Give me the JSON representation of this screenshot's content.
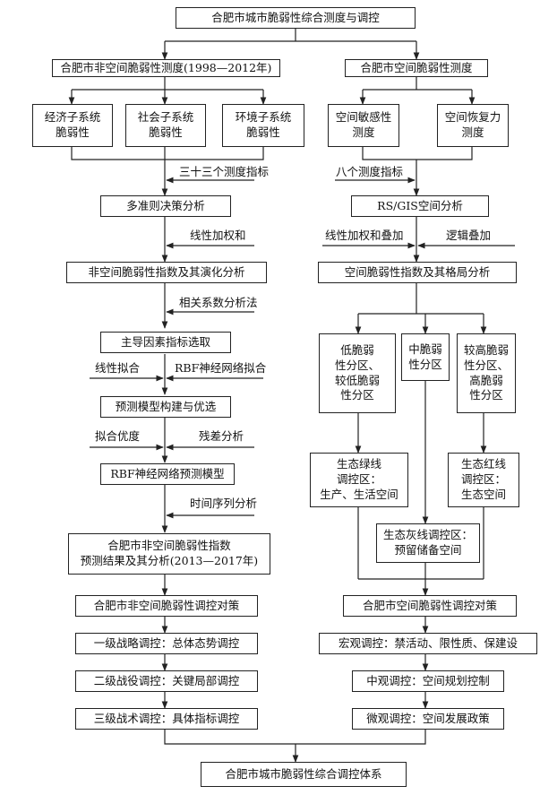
{
  "boxes": {
    "title": "合肥市城市脆弱性综合测度与调控",
    "nonspatial": "合肥市非空间脆弱性测度(1998—2012年)",
    "spatial": "合肥市空间脆弱性测度",
    "econ": "经济子系统\n脆弱性",
    "social": "社会子系统\n脆弱性",
    "env": "环境子系统\n脆弱性",
    "sens": "空间敏感性\n测度",
    "recov": "空间恢复力\n测度",
    "mcda": "多准则决策分析",
    "rsgis": "RS/GIS空间分析",
    "nsindex": "非空间脆弱性指数及其演化分析",
    "sindex": "空间脆弱性指数及其格局分析",
    "leading": "主导因素指标选取",
    "low": "低脆弱\n性分区、\n较低脆弱\n性分区",
    "mid": "中脆弱\n性分区",
    "high": "较高脆弱\n性分区、\n高脆弱\n性分区",
    "predmodel": "预测模型构建与优选",
    "green": "生态绿线\n调控区：\n生产、生活空间",
    "red": "生态红线\n调控区：\n生态空间",
    "rbf": "RBF神经网络预测模型",
    "grey": "生态灰线调控区：\n预留储备空间",
    "predresult": "合肥市非空间脆弱性指数\n预测结果及其分析(2013—2017年)",
    "nsstrategy": "合肥市非空间脆弱性调控对策",
    "sstrategy": "合肥市空间脆弱性调控对策",
    "level1": "一级战略调控：总体态势调控",
    "macro": "宏观调控：禁活动、限性质、保建设",
    "level2": "二级战役调控：关键局部调控",
    "meso": "中观调控：空间规划控制",
    "level3": "三级战术调控：具体指标调控",
    "micro": "微观调控：空间发展政策",
    "final": "合肥市城市脆弱性综合调控体系"
  },
  "labels": {
    "indicators33": "三十三个测度指标",
    "indicators8": "八个测度指标",
    "linear_weight": "线性加权和",
    "linear_weight_overlay": "线性加权和叠加",
    "logic_overlay": "逻辑叠加",
    "correlation": "相关系数分析法",
    "linear_fit": "线性拟合",
    "rbf_fit": "RBF神经网络拟合",
    "goodness": "拟合优度",
    "residual": "残差分析",
    "timeseries": "时间序列分析"
  }
}
